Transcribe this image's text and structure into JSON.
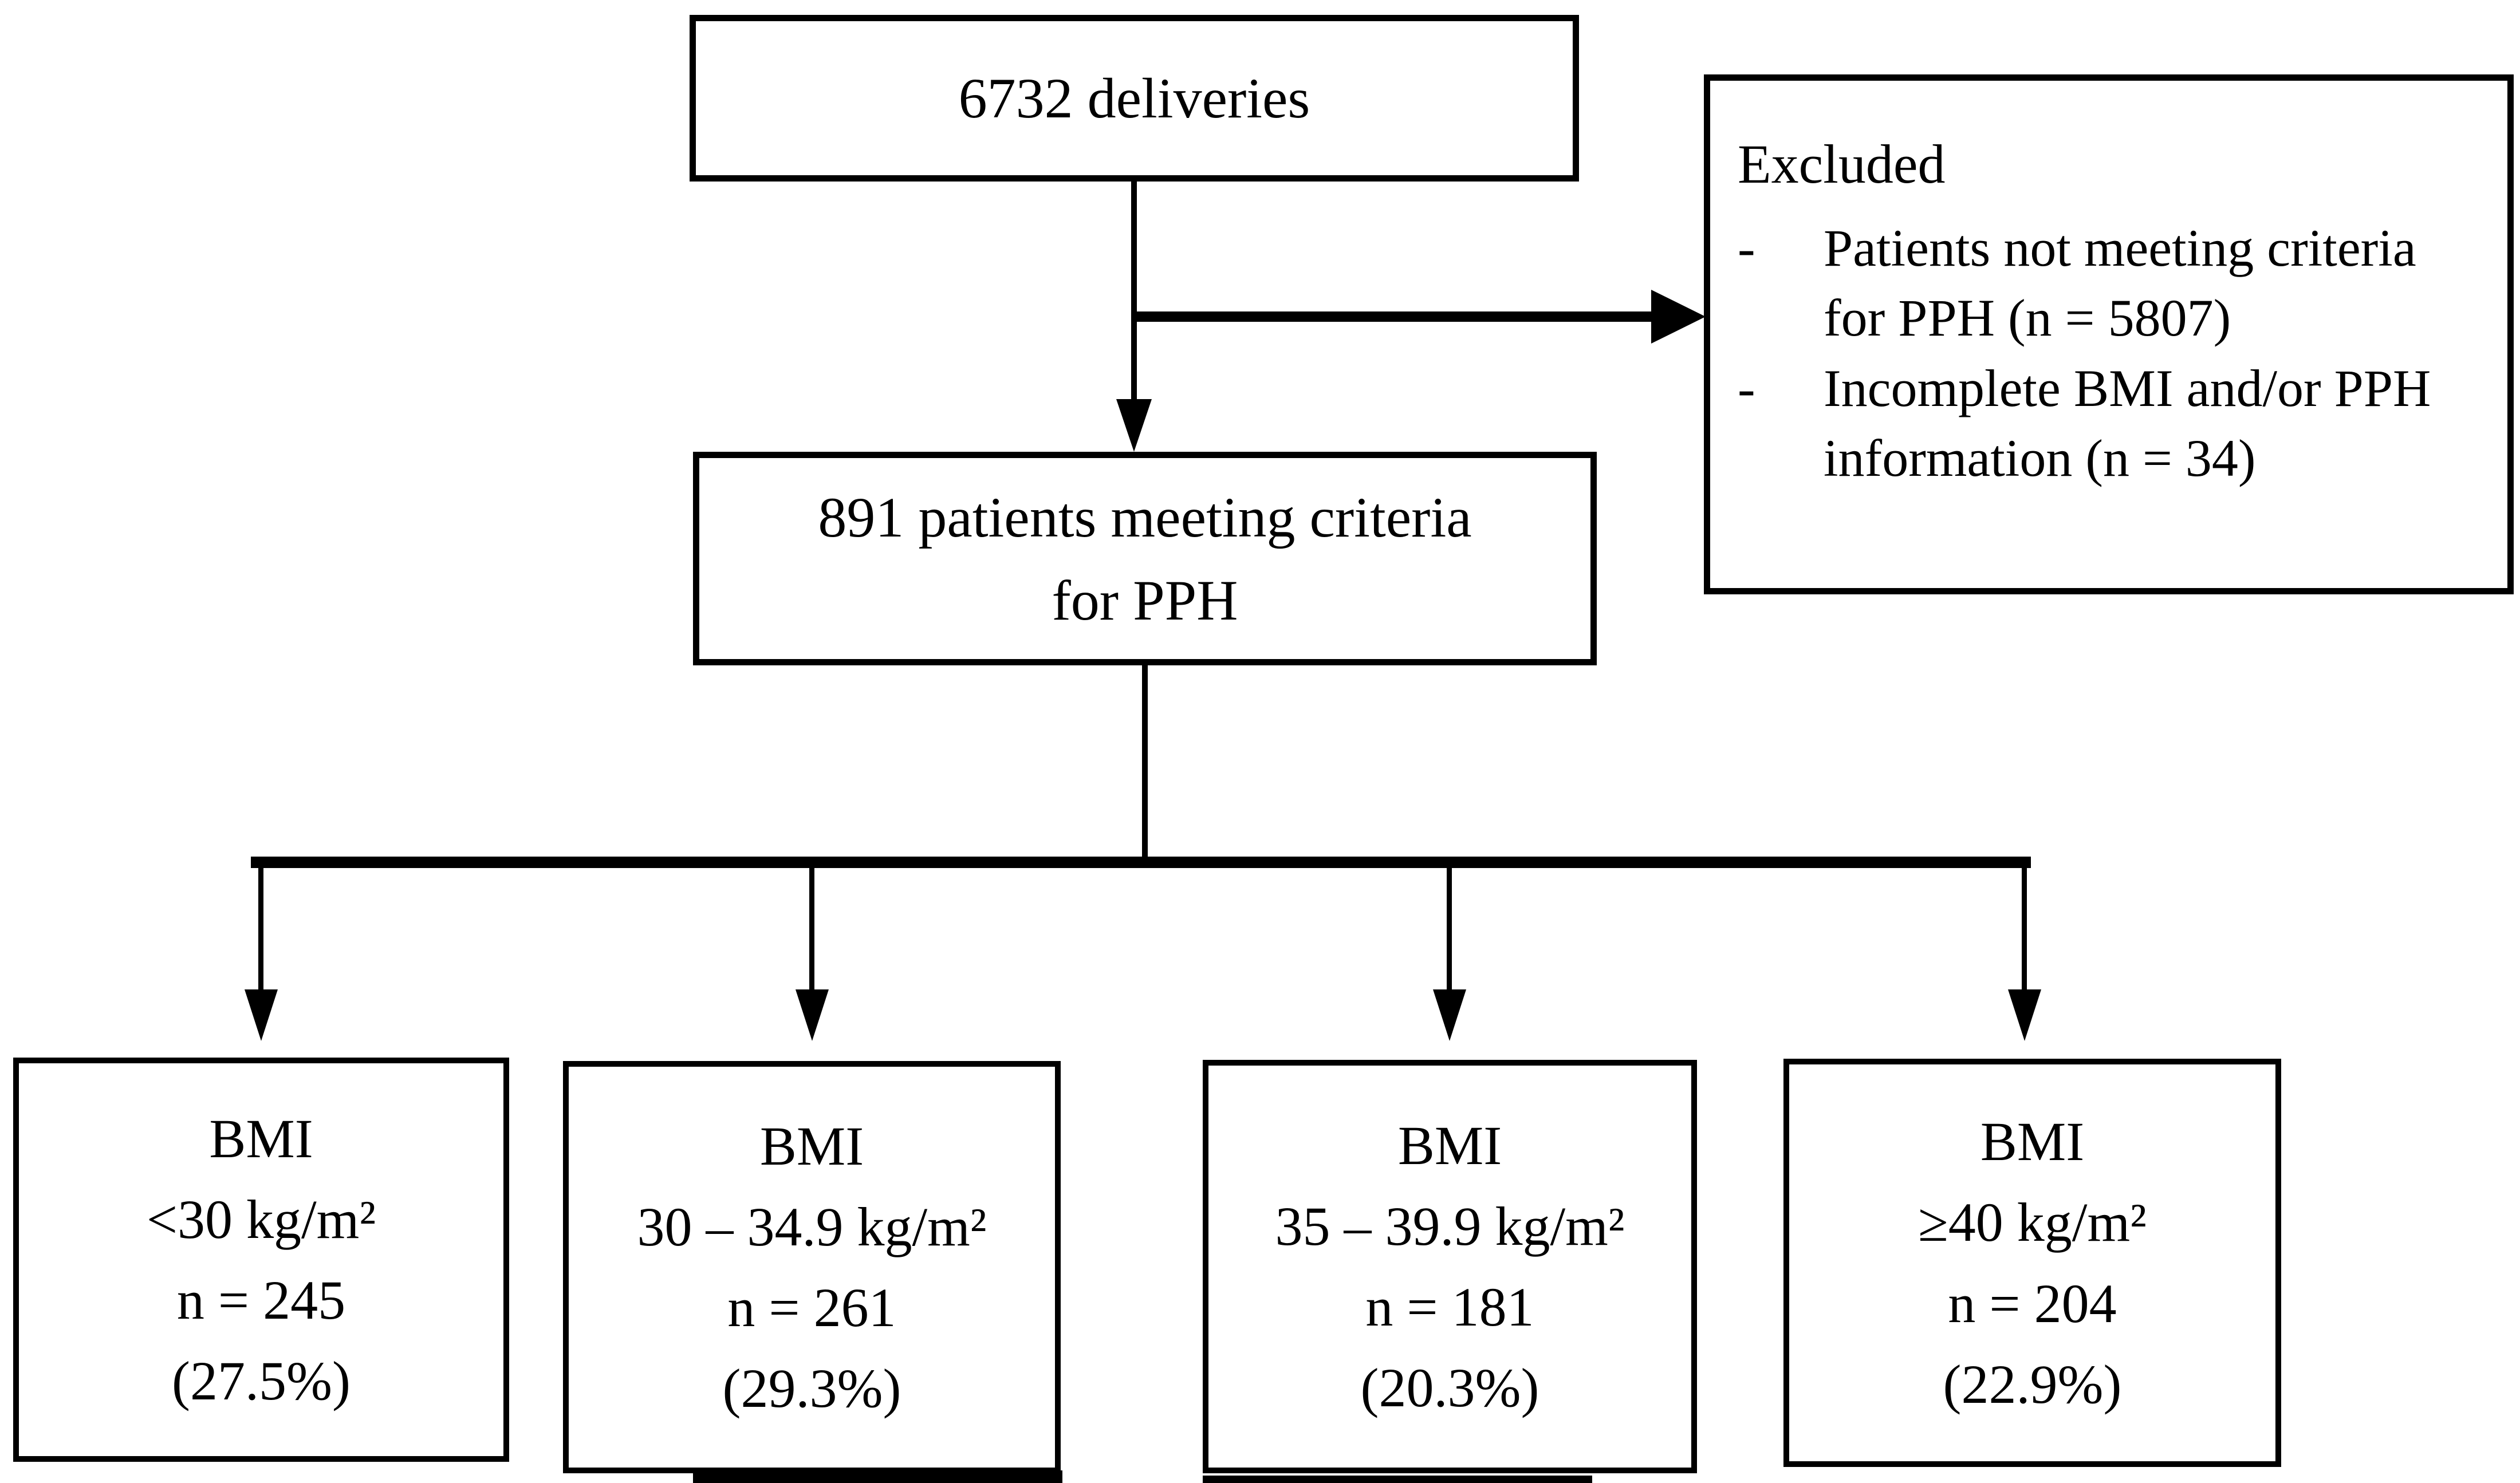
{
  "diagram": {
    "title_semantic": "Patient flow diagram: deliveries screened for postpartum hemorrhage (PPH) by BMI category",
    "top_box": {
      "text": "6732 deliveries"
    },
    "excluded_box": {
      "title": "Excluded",
      "items": [
        {
          "marker": "-",
          "text": "Patients not meeting criteria for PPH (n = 5807)"
        },
        {
          "marker": "-",
          "text": "Incomplete BMI and/or PPH information (n = 34)"
        }
      ]
    },
    "middle_box": {
      "line1": "891 patients meeting criteria",
      "line2": "for PPH"
    },
    "bmi_boxes": [
      {
        "label": "BMI",
        "range": "<30 kg/m²",
        "n": "n = 245",
        "pct": "(27.5%)"
      },
      {
        "label": "BMI",
        "range": "30 – 34.9 kg/m²",
        "n": "n = 261",
        "pct": "(29.3%)"
      },
      {
        "label": "BMI",
        "range": "35 – 39.9 kg/m²",
        "n": "n = 181",
        "pct": "(20.3%)"
      },
      {
        "label": "BMI",
        "range": "≥40 kg/m²",
        "n": "n = 204",
        "pct": "(22.9%)"
      }
    ],
    "colors": {
      "background": "#ffffff",
      "line": "#000000",
      "box_border": "#000000",
      "text": "#000000"
    }
  }
}
